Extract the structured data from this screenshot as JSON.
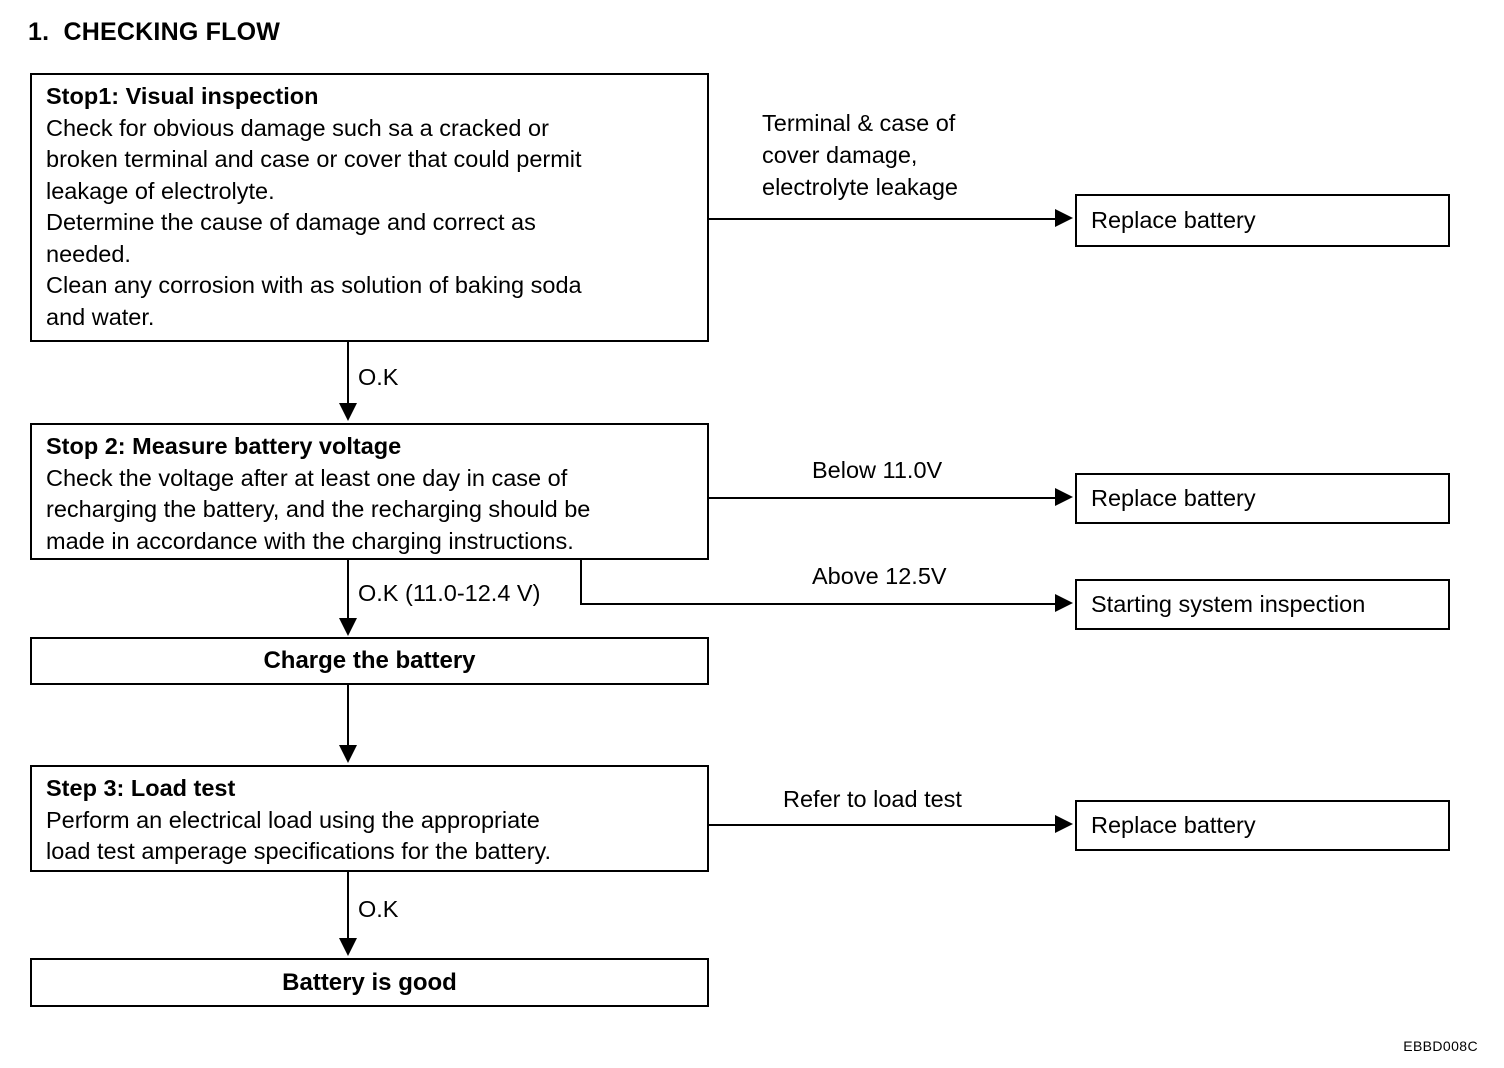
{
  "document": {
    "title": "1.  CHECKING FLOW",
    "code": "EBBD008C"
  },
  "flow": {
    "step1": {
      "heading": "Stop1: Visual inspection",
      "lines": [
        "Check for obvious damage such sa a cracked or",
        "broken terminal and case or cover that could permit",
        "leakage of electrolyte.",
        "Determine the cause of damage and correct as",
        "needed.",
        "Clean any corrosion with as solution of baking soda",
        "and water."
      ]
    },
    "step2": {
      "heading": "Stop 2: Measure battery voltage",
      "lines": [
        "Check the voltage after at least one day in case of",
        "recharging the battery, and the recharging should be",
        "made in accordance with the charging instructions."
      ]
    },
    "step3": {
      "heading": "Step 3: Load test",
      "lines": [
        "Perform an electrical load using the appropriate",
        "load test amperage specifications for the battery."
      ]
    },
    "charge_battery": "Charge the battery",
    "battery_good": "Battery is good",
    "outcomes": {
      "replace_battery_1": "Replace battery",
      "replace_battery_2": "Replace battery",
      "replace_battery_3": "Replace battery",
      "starting_system": "Starting system inspection"
    },
    "labels": {
      "step1_branch_l1": "Terminal & case of",
      "step1_branch_l2": "cover damage,",
      "step1_branch_l3": "electrolyte leakage",
      "step1_ok": "O.K",
      "step2_below": "Below 11.0V",
      "step2_above": "Above 12.5V",
      "step2_ok": "O.K (11.0-12.4 V)",
      "step3_branch": "Refer to load test",
      "step3_ok": "O.K"
    }
  }
}
